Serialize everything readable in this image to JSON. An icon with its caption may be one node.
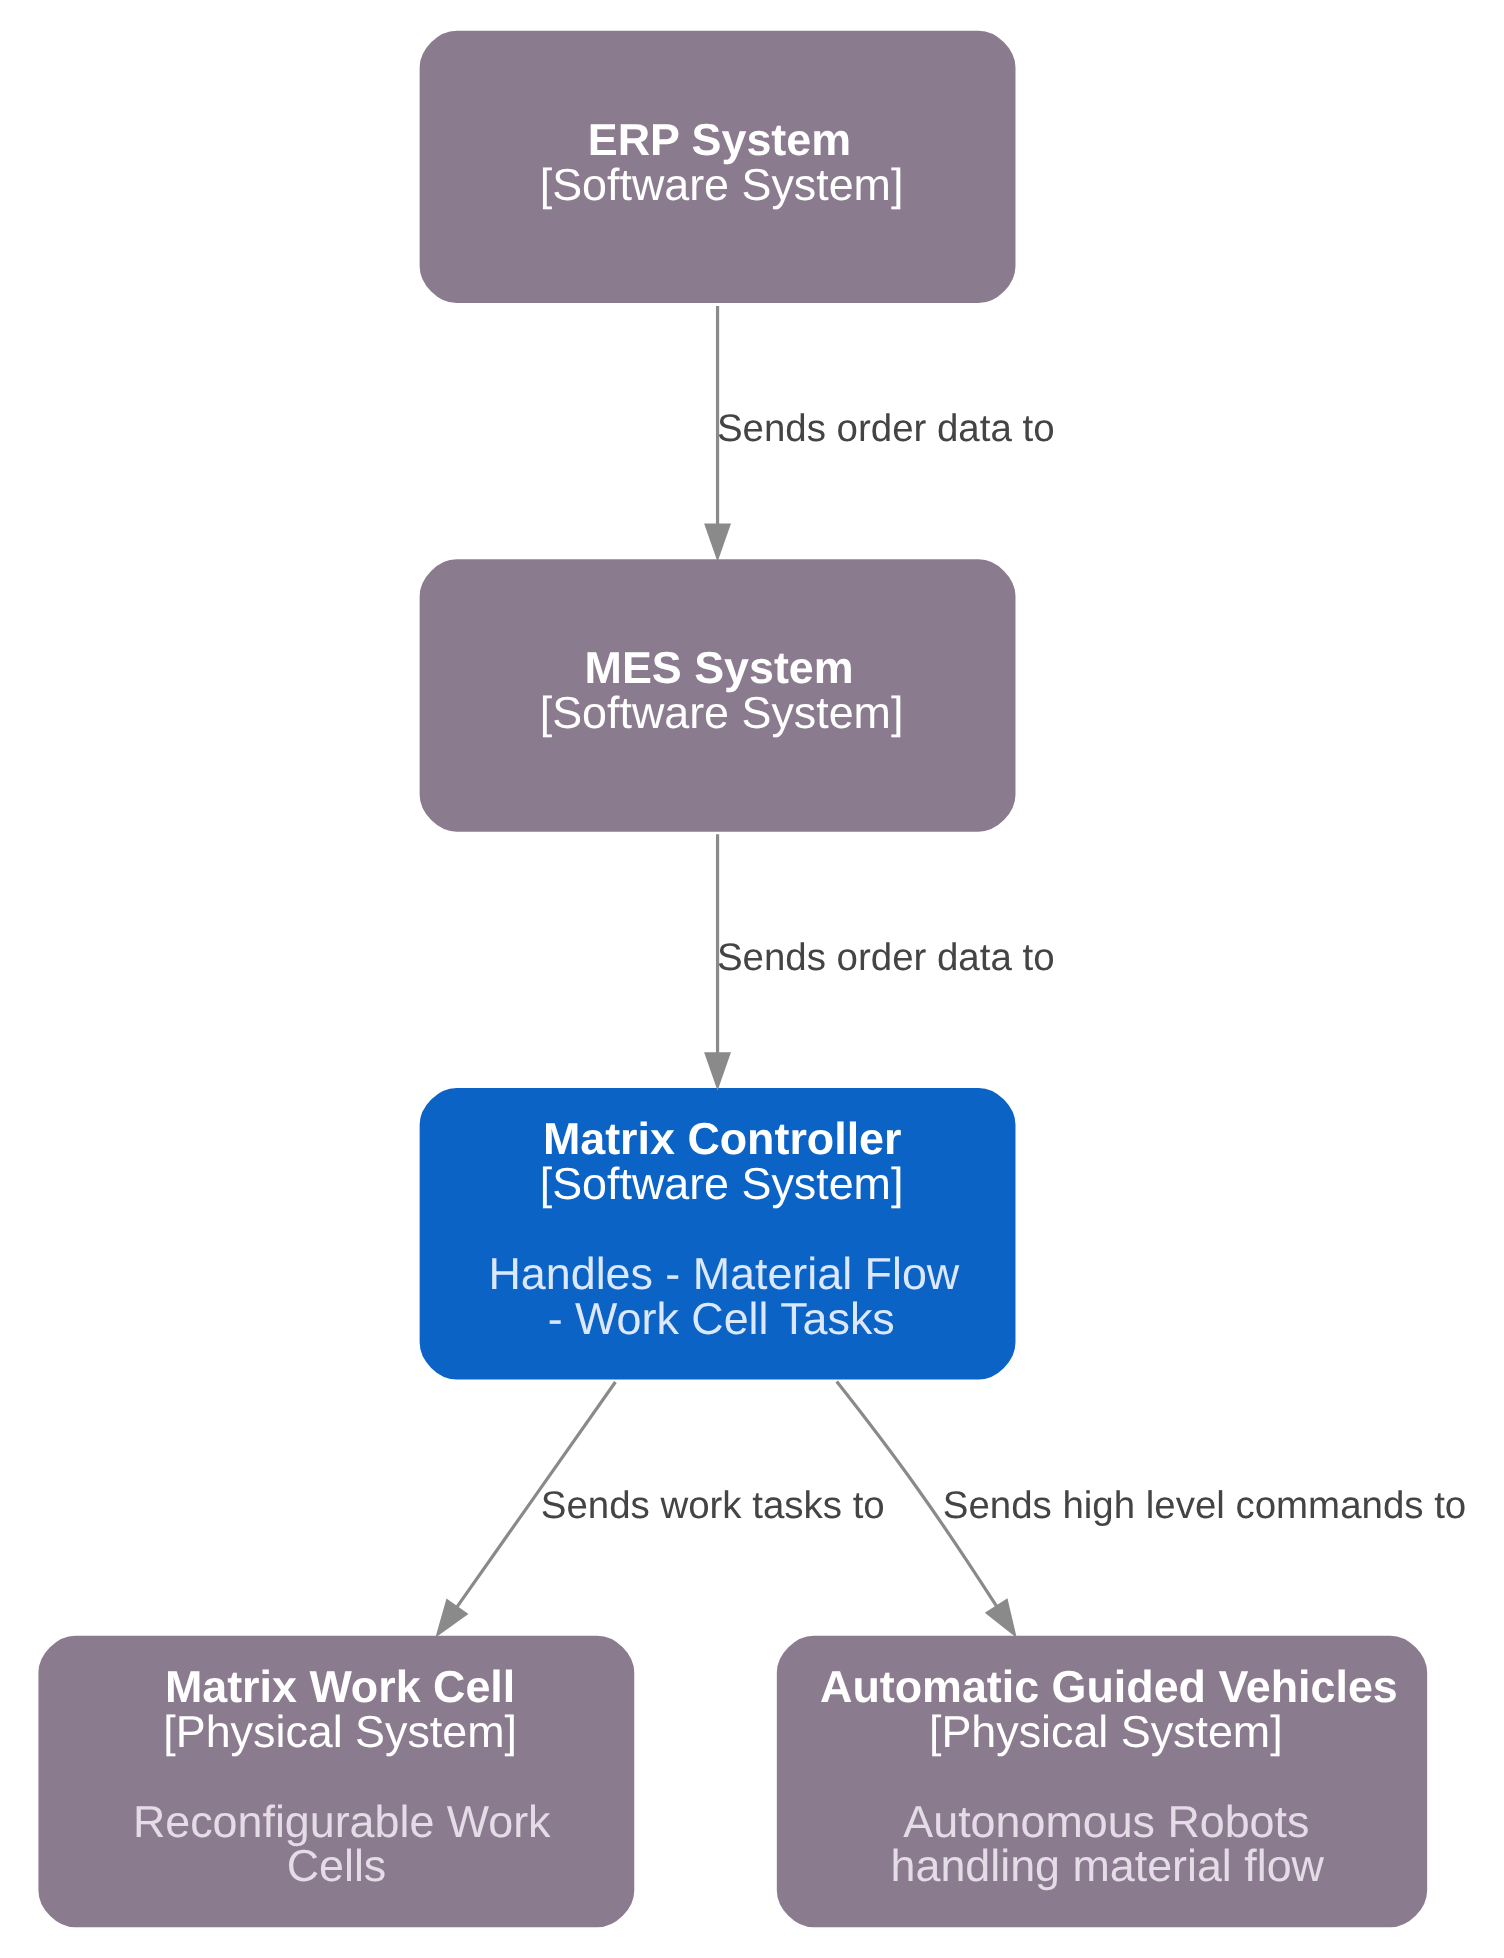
{
  "diagram": {
    "nodes": [
      {
        "text": [
          "ERP System",
          "[Software System]"
        ]
      },
      {
        "text": [
          "MES System",
          "[Software System]"
        ]
      },
      {
        "text": [
          "Matrix Controller",
          "[Software System]",
          "Handles - Material Flow - Work Cell Tasks"
        ]
      },
      {
        "text": [
          "Matrix Work Cell",
          "[Physical System]",
          "Reconfigurable Work Cells"
        ]
      },
      {
        "text": [
          "Automatic Guided Vehicles",
          "[Physical System]",
          "Autonomous Robots handling material flow"
        ]
      }
    ],
    "edges": [
      {
        "from": 0,
        "to": 1,
        "arrow": "to",
        "label": "Sends order data to"
      },
      {
        "from": 1,
        "to": 2,
        "arrow": "to",
        "label": "Sends order data to"
      },
      {
        "from": 2,
        "to": 3,
        "arrow": "to",
        "label": "Sends work tasks to"
      },
      {
        "from": 2,
        "to": 4,
        "arrow": "to",
        "label": "Sends high level commands to"
      }
    ]
  }
}
